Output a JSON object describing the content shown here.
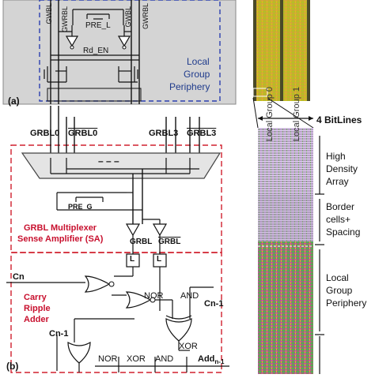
{
  "top_panel": {
    "tag": "(a)",
    "gwbl_left": "GWBL",
    "gwrbl_left": "GWRBL",
    "gwbl_right": "GWBL",
    "gwrbl_right": "GWRBL",
    "pre_l": "PRE_L",
    "rd_en": "Rd_EN",
    "local_group_periphery": [
      "Local",
      "Group",
      "Periphery"
    ]
  },
  "mid_panel": {
    "grbl0": "GRBL0",
    "grbl0_bar": "GRBL0",
    "grbl3": "GRBL3",
    "grbl3_bar": "GRBL3",
    "dashes": "– – –",
    "pre_g": "PRE_G",
    "mux_sa_label": [
      "GRBL Multiplexer",
      "Sense Amplifier (SA)"
    ],
    "sa_out_left": "GRBL",
    "sa_out_right": "GRBL",
    "latch_left": "L",
    "latch_right": "L"
  },
  "bottom_panel": {
    "tag": "(b)",
    "cn": "Cn",
    "carry_ripple_adder": [
      "Carry",
      "Ripple",
      "Adder"
    ],
    "nor": "NOR",
    "and": "AND",
    "cn_minus_1_right": "Cn-1",
    "cn_minus_1_left": "Cn-1",
    "xor": "XOR",
    "bus_labels": [
      "NOR",
      "XOR",
      "AND"
    ],
    "add_base": "Add",
    "add_sub": "n-1"
  },
  "layout_panel": {
    "group0": "Local Group 0",
    "group1": "Local Group 1",
    "bitlines": "4 BitLines",
    "hda": [
      "High",
      "Density",
      "Array"
    ],
    "border": [
      "Border",
      "cells+",
      "Spacing"
    ],
    "lgp": [
      "Local",
      "Group",
      "Periphery"
    ]
  },
  "colors": {
    "blue_dash": "#2b3fb0",
    "red_dash": "#d0202e",
    "grey_box": "#d6d6d6",
    "chip_yellow": "#d8c21a",
    "chip_green": "#4caf50",
    "chip_magenta": "#c23fb0"
  }
}
